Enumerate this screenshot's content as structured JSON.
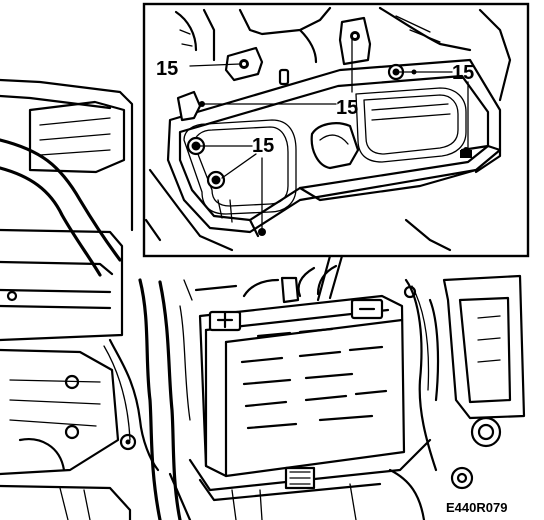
{
  "callouts": {
    "label_1": "15",
    "label_2": "15",
    "label_3": "15",
    "label_4": "15"
  },
  "figure_code": "E440R079"
}
